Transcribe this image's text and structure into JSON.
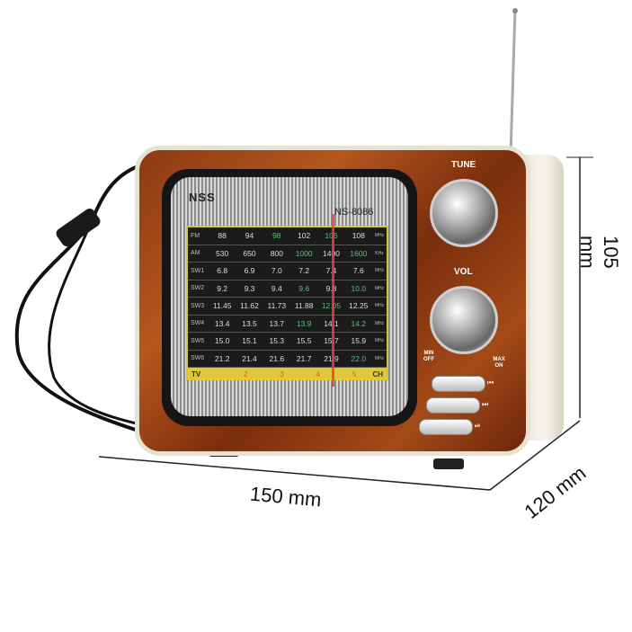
{
  "brand": "NSS",
  "model": "NS-8086",
  "dial": {
    "rows": [
      {
        "band": "FM",
        "values": [
          "88",
          "94",
          "98",
          "102",
          "106",
          "108"
        ],
        "unit": "MHz"
      },
      {
        "band": "AM",
        "values": [
          "530",
          "650",
          "800",
          "1000",
          "1400",
          "1600"
        ],
        "unit": "KHz"
      },
      {
        "band": "SW1",
        "values": [
          "6.8",
          "6.9",
          "7.0",
          "7.2",
          "7.4",
          "7.6"
        ],
        "unit": "MHz"
      },
      {
        "band": "SW2",
        "values": [
          "9.2",
          "9.3",
          "9.4",
          "9.6",
          "9.8",
          "10.0"
        ],
        "unit": "MHz"
      },
      {
        "band": "SW3",
        "values": [
          "11.45",
          "11.62",
          "11.73",
          "11.88",
          "12.05",
          "12.25"
        ],
        "unit": "MHz"
      },
      {
        "band": "SW4",
        "values": [
          "13.4",
          "13.5",
          "13.7",
          "13.9",
          "14.1",
          "14.2"
        ],
        "unit": "MHz"
      },
      {
        "band": "SW5",
        "values": [
          "15.0",
          "15.1",
          "15.3",
          "15.5",
          "15.7",
          "15.9"
        ],
        "unit": "MHz"
      },
      {
        "band": "SW6",
        "values": [
          "21.2",
          "21.4",
          "21.6",
          "21.7",
          "21.9",
          "22.0"
        ],
        "unit": "MHz"
      }
    ],
    "tv": {
      "label": "TV",
      "channels": [
        "2",
        "3",
        "4",
        "5"
      ],
      "ch": "CH"
    }
  },
  "controls": {
    "tune": "TUNE",
    "vol": "VOL",
    "min_off": "MIN OFF",
    "max_on": "MAX ON",
    "buttons": [
      {
        "icon": "previous-icon",
        "glyph": "⏮"
      },
      {
        "icon": "next-icon",
        "glyph": "⏭"
      },
      {
        "icon": "play-pause-icon",
        "glyph": "⏯"
      }
    ]
  },
  "dimensions": {
    "height": "105 mm",
    "width": "150 mm",
    "depth": "120 mm"
  }
}
